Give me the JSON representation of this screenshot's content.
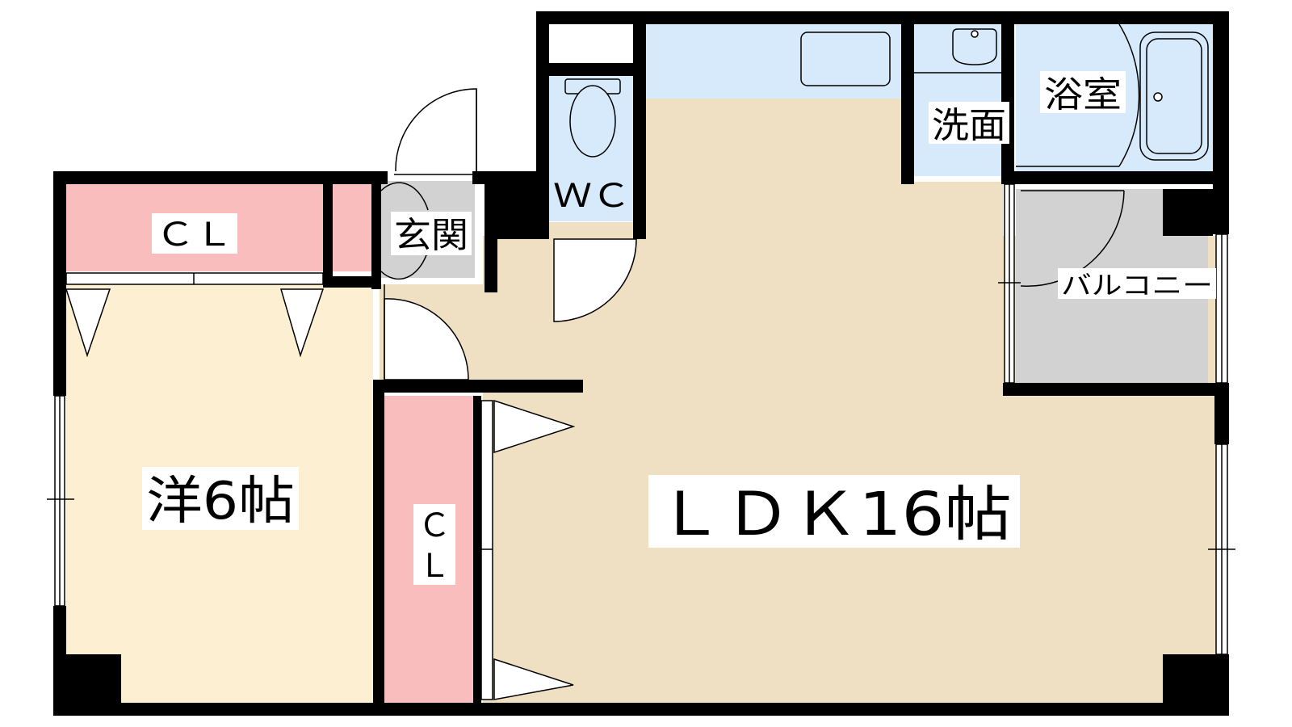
{
  "rooms": {
    "ldk": "ＬＤＫ16帖",
    "western": "洋6帖",
    "closet_top": "ＣＬ",
    "closet_mid_line1": "Ｃ",
    "closet_mid_line2": "Ｌ",
    "entrance": "玄関",
    "wc": "ＷＣ",
    "washroom": "洗面",
    "bathroom": "浴室",
    "balcony": "バルコニー"
  },
  "colors": {
    "ldk_floor": "#efdfc3",
    "western_floor": "#fcefd2",
    "closet": "#f9bdbd",
    "wet_area": "#d6eafb",
    "entrance_balcony": "#d2d2d2",
    "wall": "#000000"
  }
}
